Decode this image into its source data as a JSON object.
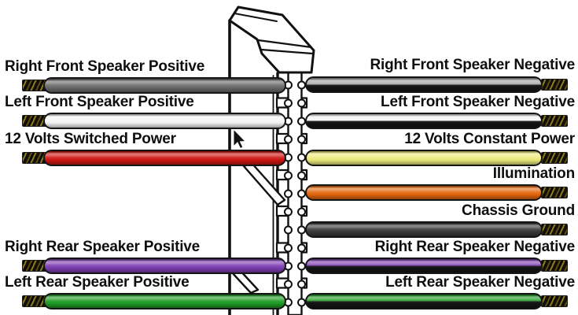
{
  "diagram": {
    "type": "car-stereo-wiring-harness",
    "wire_outline_color": "#151515",
    "stripe_color": "#141414",
    "bare_end_colors": [
      "#0b0903",
      "#8f7c20"
    ],
    "left_wires": [
      {
        "label": "Right Front Speaker Positive",
        "color": "#6b6b6b",
        "stripe": false
      },
      {
        "label": "Left Front Speaker Positive",
        "color": "#f4f4f4",
        "stripe": false
      },
      {
        "label": "12 Volts Switched Power",
        "color": "#cf1612",
        "stripe": false
      },
      {
        "label": "Right Rear Speaker Positive",
        "color": "#7c3eb2",
        "stripe": false
      },
      {
        "label": "Left Rear Speaker Positive",
        "color": "#1f9b24",
        "stripe": false
      }
    ],
    "right_wires": [
      {
        "label": "Right Front Speaker Negative",
        "color": "#a0a0a0",
        "stripe": true
      },
      {
        "label": "Left Front Speaker Negative",
        "color": "#f2f2f2",
        "stripe": true
      },
      {
        "label": "12 Volts Constant Power",
        "color": "#ecec7d",
        "stripe": false
      },
      {
        "label": "Illumination",
        "color": "#e4650d",
        "stripe": false
      },
      {
        "label": "Chassis Ground",
        "color": "#3a3a3a",
        "stripe": false
      },
      {
        "label": "Right Rear Speaker Negative",
        "color": "#7c3eb2",
        "stripe": true
      },
      {
        "label": "Left Rear Speaker Negative",
        "color": "#1f9b24",
        "stripe": true
      }
    ]
  }
}
